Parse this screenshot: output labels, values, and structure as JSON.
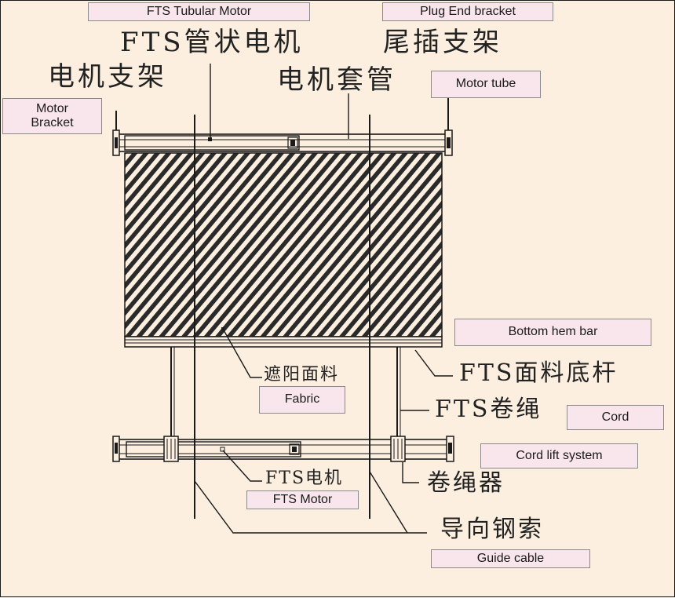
{
  "labels_en": {
    "fts_tubular_motor": "FTS Tubular Motor",
    "plug_end_bracket": "Plug End bracket",
    "motor_tube": "Motor tube",
    "motor_bracket": "Motor\nBracket",
    "bottom_hem_bar": "Bottom hem bar",
    "fabric": "Fabric",
    "cord": "Cord",
    "cord_lift_system": "Cord lift system",
    "fts_motor": "FTS Motor",
    "guide_cable": "Guide cable"
  },
  "labels_zh": {
    "fts_tubular_motor": "FTS管状电机",
    "plug_end_bracket": "尾插支架",
    "motor_bracket": "电机支架",
    "motor_tube": "电机套管",
    "fabric": "遮阳面料",
    "bottom_hem_bar": "FTS面料底杆",
    "cord": "FTS卷绳",
    "fts_motor": "FTS电机",
    "cord_lift_system": "卷绳器",
    "guide_cable": "导向钢索"
  },
  "colors": {
    "background": "#fcefdf",
    "label_fill": "#f9e6ec",
    "line": "#1a1a1a"
  }
}
